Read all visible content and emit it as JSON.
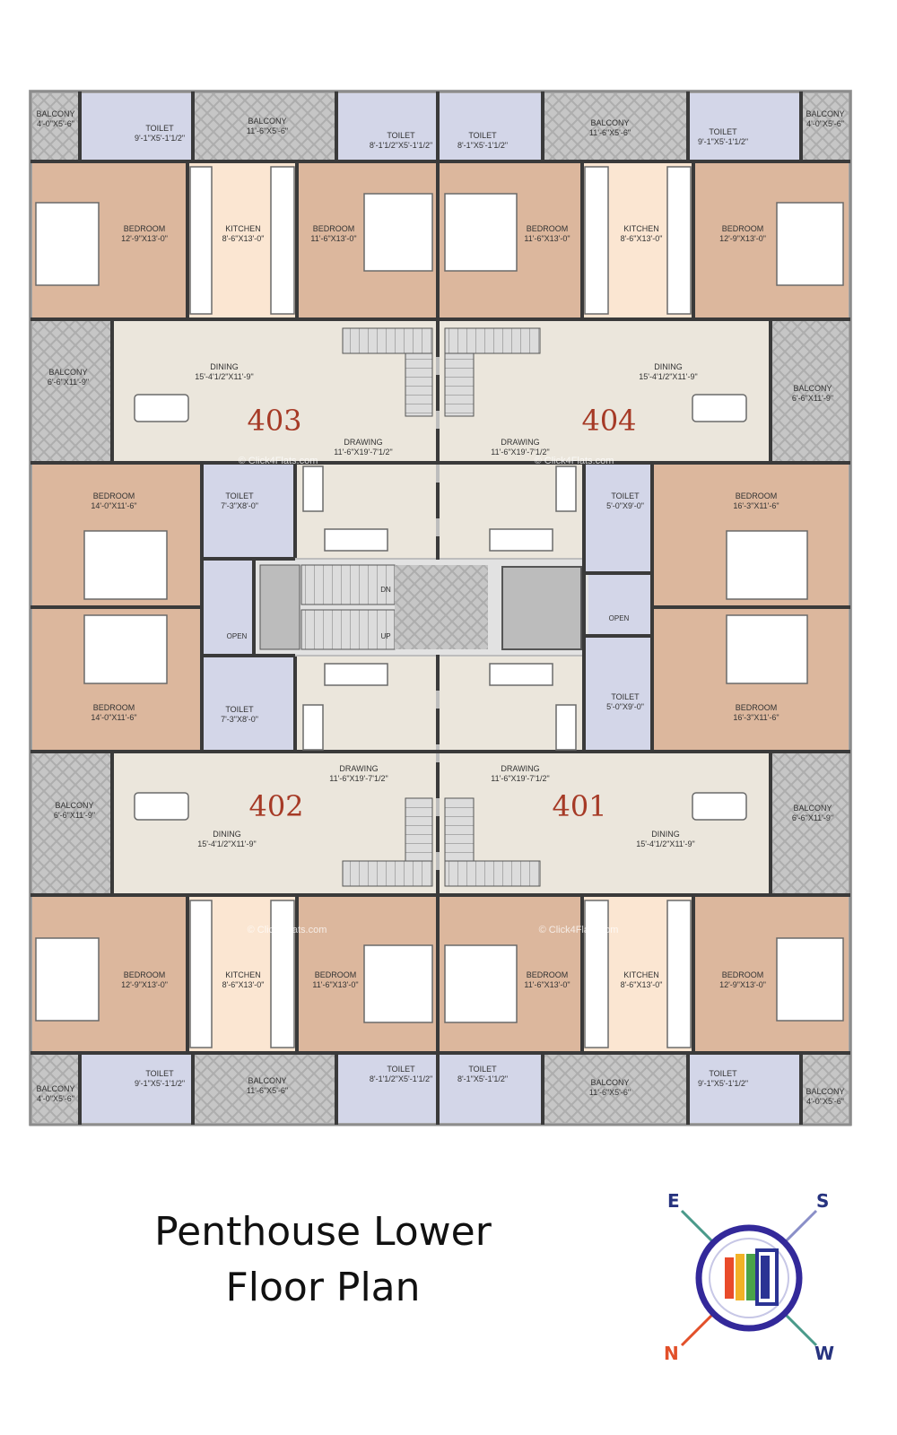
{
  "title": {
    "line1": "Penthouse Lower",
    "line2": "Floor Plan"
  },
  "watermark": "© Click4Flats.com",
  "colors": {
    "wall": "#3a3a3a",
    "bedroom": "#dcb79d",
    "kitchen": "#fbe6d2",
    "living": "#ebe6dc",
    "toilet": "#d3d6e8",
    "balcony": "#c3c3c3",
    "core": "#e2e2e2",
    "unit_number": "#a63a26",
    "compass_ring": "#33299a",
    "compass_e": "#27337f",
    "compass_s": "#27337f",
    "compass_n": "#e2502a",
    "compass_w": "#27337f"
  },
  "units": [
    "403",
    "404",
    "402",
    "401"
  ],
  "rooms": {
    "balcony_small": {
      "name": "BALCONY",
      "size": "4'-0\"X5'-6\""
    },
    "toilet_a": {
      "name": "TOILET",
      "size": "9'-1\"X5'-1'1/2\""
    },
    "balcony_mid": {
      "name": "BALCONY",
      "size": "11'-6\"X5'-6\""
    },
    "toilet_b": {
      "name": "TOILET",
      "size": "8'-1'1/2\"X5'-1'1/2\""
    },
    "toilet_c": {
      "name": "TOILET",
      "size": "8'-1\"X5'-1'1/2\""
    },
    "bedroom_corner": {
      "name": "BEDROOM",
      "size": "12'-9\"X13'-0\""
    },
    "kitchen": {
      "name": "KITCHEN",
      "size": "8'-6\"X13'-0\""
    },
    "bedroom_inner": {
      "name": "BEDROOM",
      "size": "11'-6\"X13'-0\""
    },
    "balcony_side": {
      "name": "BALCONY",
      "size": "6'-6\"X11'-9\""
    },
    "dining": {
      "name": "DINING",
      "size": "15'-4'1/2\"X11'-9\""
    },
    "drawing": {
      "name": "DRAWING",
      "size": "11'-6\"X19'-7'1/2\""
    },
    "bedroom_west": {
      "name": "BEDROOM",
      "size": "14'-0\"X11'-6\""
    },
    "bedroom_east": {
      "name": "BEDROOM",
      "size": "16'-3\"X11'-6\""
    },
    "toilet_west": {
      "name": "TOILET",
      "size": "7'-3\"X8'-0\""
    },
    "toilet_east": {
      "name": "TOILET",
      "size": "5'-0\"X9'-0\""
    }
  },
  "core": {
    "open": "OPEN",
    "down": "DN",
    "up": "UP"
  },
  "compass": {
    "e": "E",
    "s": "S",
    "n": "N",
    "w": "W"
  }
}
